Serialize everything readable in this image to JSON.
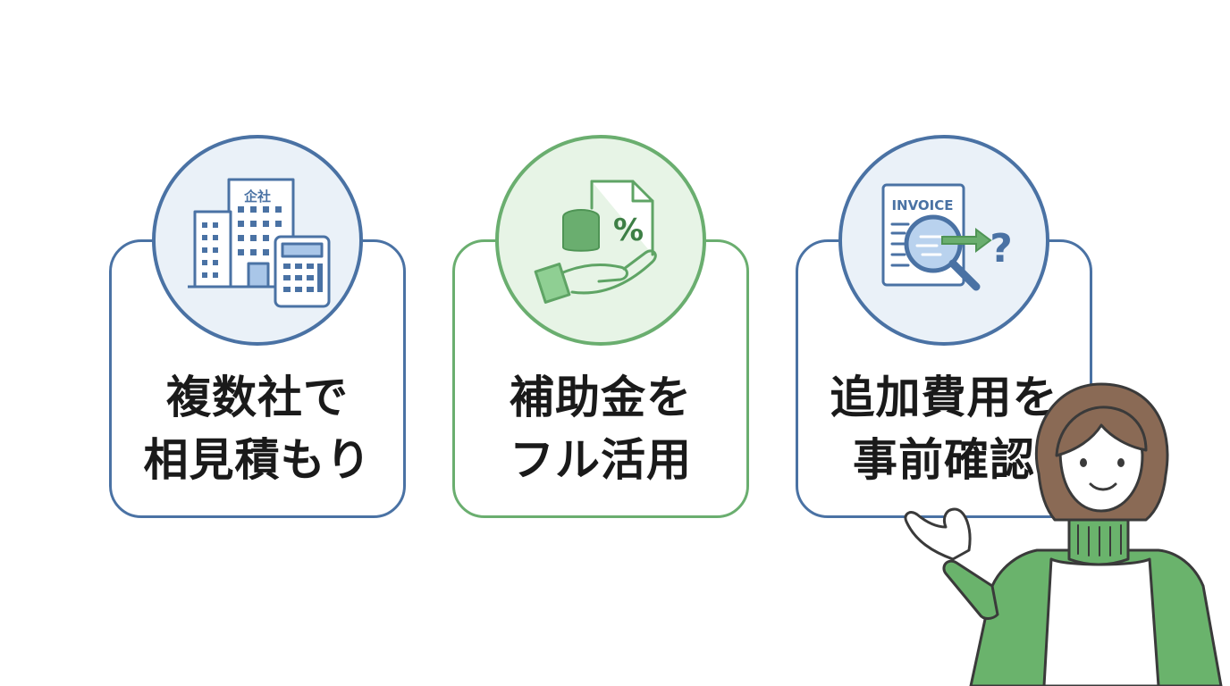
{
  "cards": [
    {
      "line1": "複数社で",
      "line2": "相見積もり",
      "icon": "building-calculator-icon",
      "icon_label": "企社",
      "accent": "#4a72a4"
    },
    {
      "line1": "補助金を",
      "line2": "フル活用",
      "icon": "hand-coins-percent-document-icon",
      "icon_label": "%",
      "accent": "#6aae6f"
    },
    {
      "line1": "追加費用を",
      "line2": "事前確認",
      "icon": "invoice-magnifier-question-icon",
      "icon_label": "INVOICE",
      "icon_mark": "?",
      "accent": "#4a72a4"
    }
  ],
  "presenter": {
    "icon": "woman-presenter-illustration",
    "sweater_color": "#6ab36c",
    "hair_color": "#8a6a55"
  }
}
